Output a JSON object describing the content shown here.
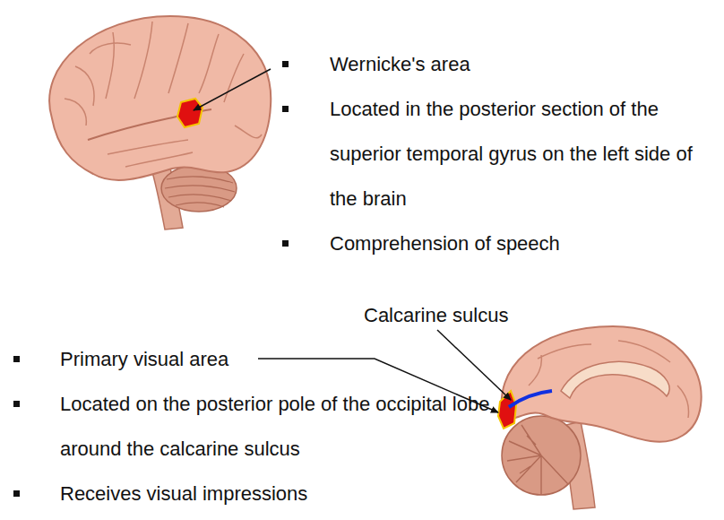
{
  "diagram": {
    "labels": [
      "Wernicke's area",
      "Located in the posterior section of the superior temporal gyrus on the left side of the brain",
      "Comprehension of speech",
      "Calcarine sulcus",
      "Primary visual area",
      "Located on the posterior pole of the occipital lobe around the calcarine sulcus",
      "Receives visual impressions"
    ]
  }
}
